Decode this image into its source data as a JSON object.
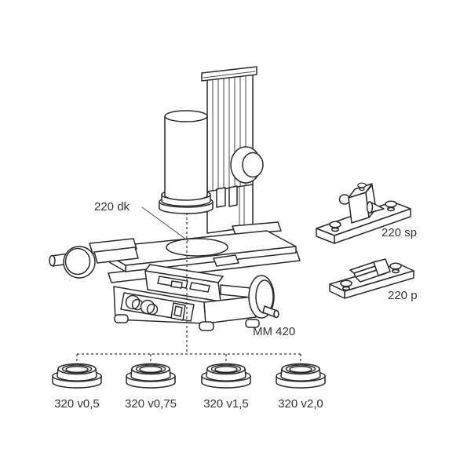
{
  "diagram": {
    "device": {
      "label": "MM 420"
    },
    "callouts": {
      "stage_glass_insert": "220 dk",
      "center_support": "220 sp",
      "prism_holder": "220 p"
    },
    "lens_attachments": [
      {
        "label": "320 v0,5"
      },
      {
        "label": "320 v0,75"
      },
      {
        "label": "320 v1,5"
      },
      {
        "label": "320 v2,0"
      }
    ],
    "colors": {
      "line": "#2b2b2b",
      "text": "#333333",
      "background": "#ffffff"
    }
  }
}
